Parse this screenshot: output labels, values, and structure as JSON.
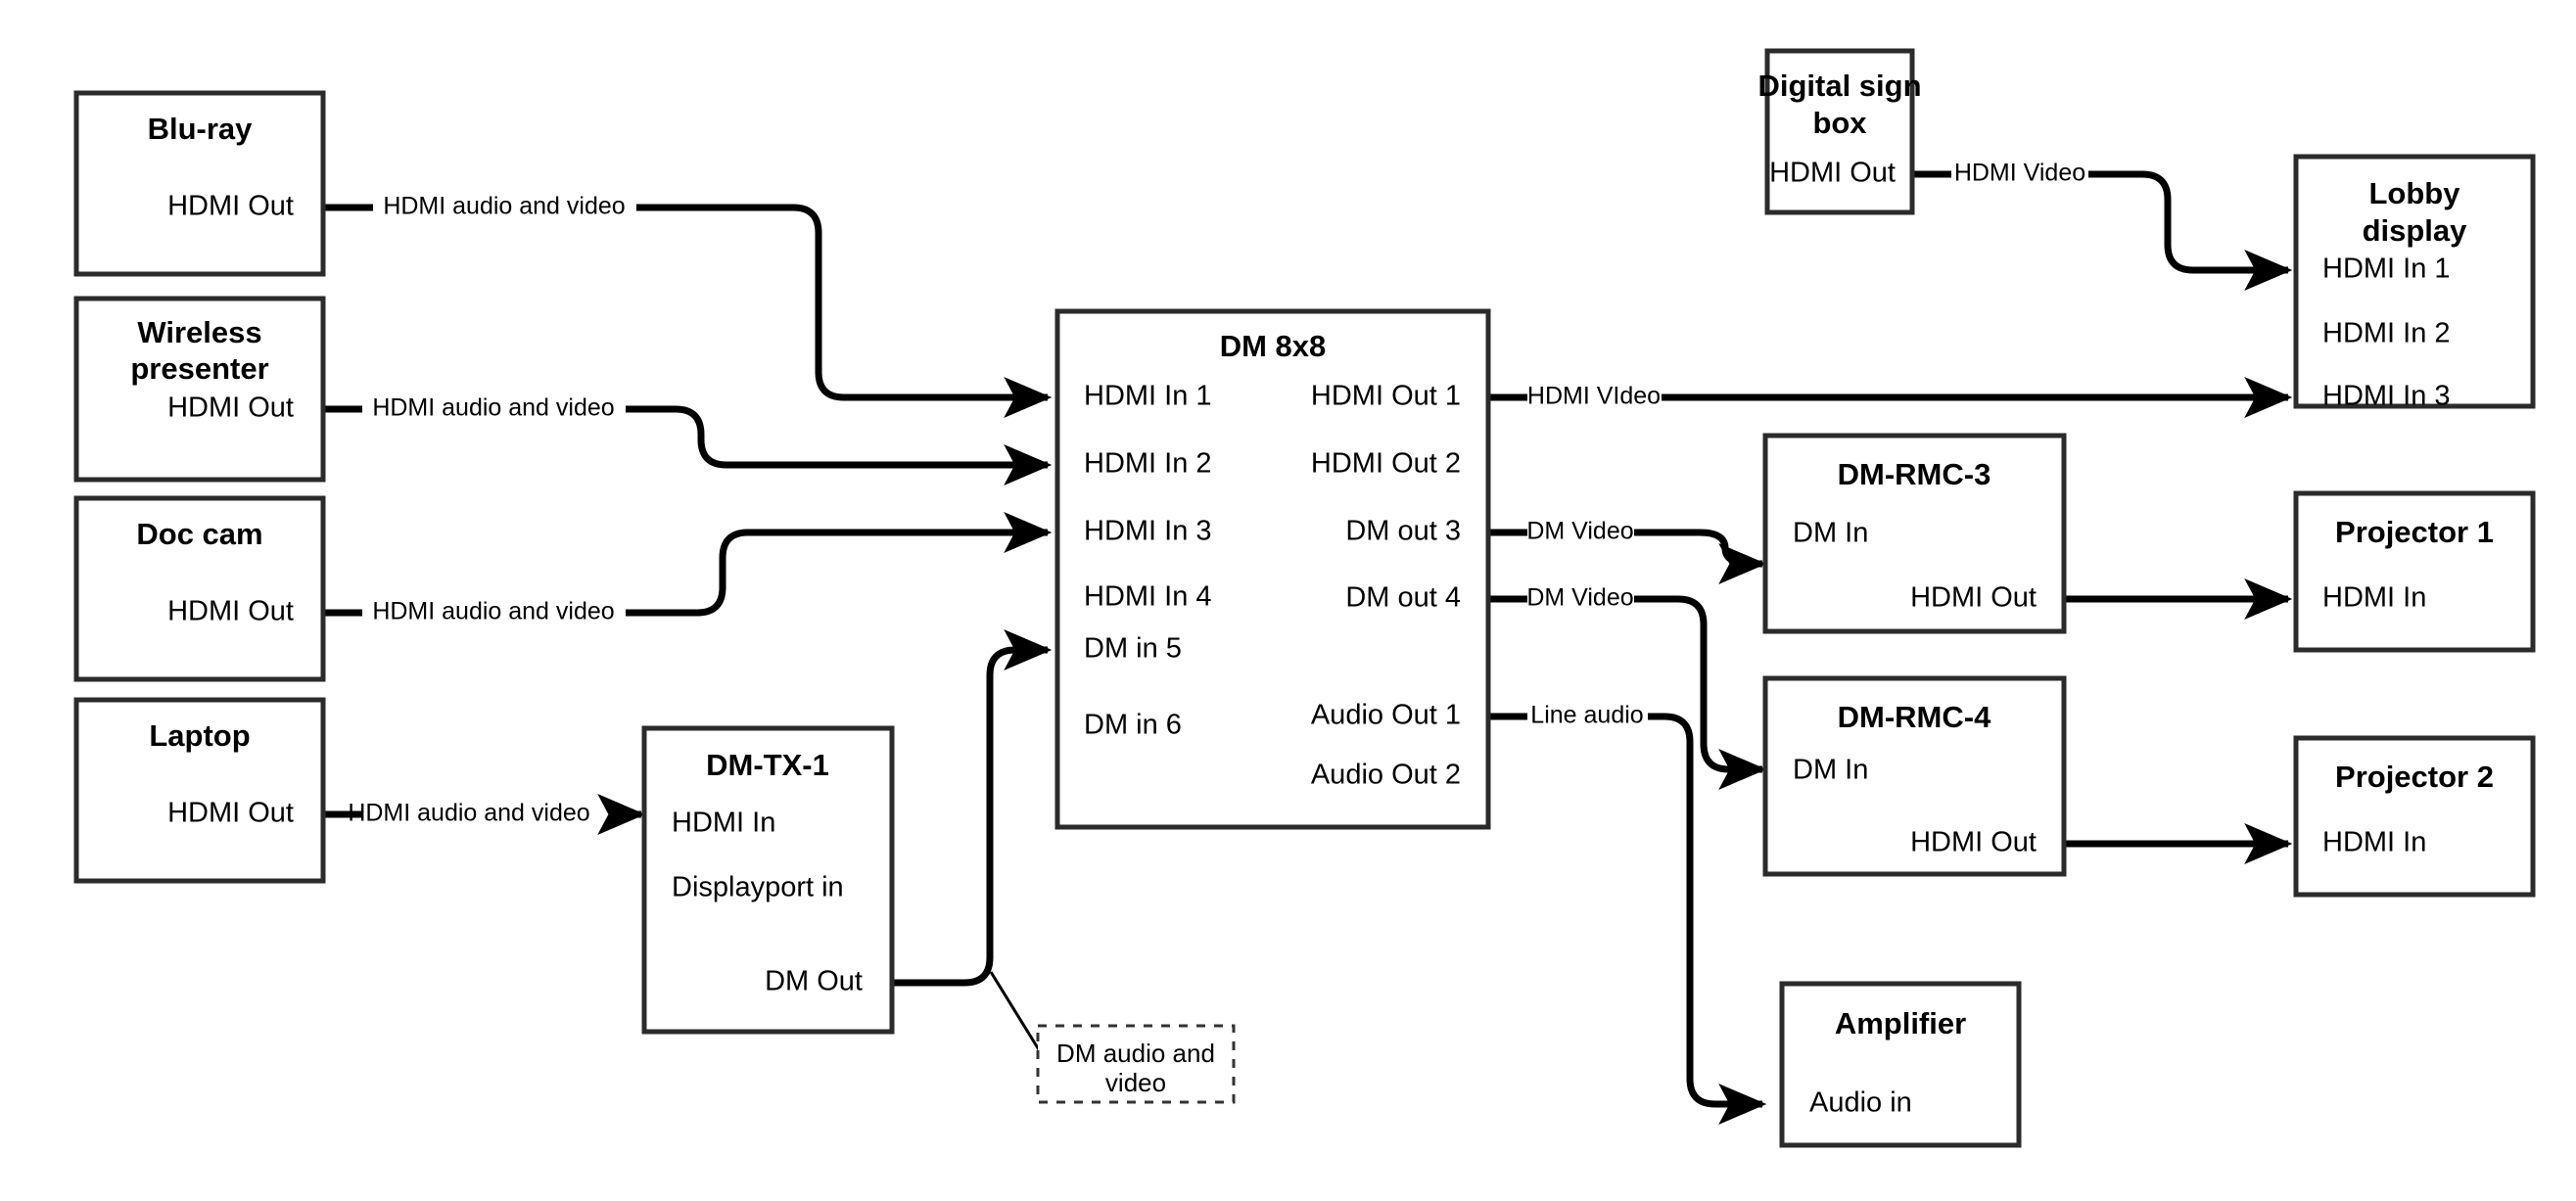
{
  "diagram": {
    "title": "AV Signal Flow Diagram",
    "type": "block-connector-diagram",
    "accent_color": "#000000",
    "node_border_color": "#2b2b2b",
    "background_color": "#ffffff"
  },
  "nodes": {
    "bluray": {
      "title": "Blu-ray",
      "ports": {
        "hdmi_out": "HDMI Out"
      }
    },
    "wireless_presenter": {
      "title_line1": "Wireless",
      "title_line2": "presenter",
      "ports": {
        "hdmi_out": "HDMI Out"
      }
    },
    "doc_cam": {
      "title": "Doc cam",
      "ports": {
        "hdmi_out": "HDMI Out"
      }
    },
    "laptop": {
      "title": "Laptop",
      "ports": {
        "hdmi_out": "HDMI Out"
      }
    },
    "dm_tx_1": {
      "title": "DM-TX-1",
      "ports": {
        "hdmi_in": "HDMI In",
        "displayport_in": "Displayport in",
        "dm_out": "DM Out"
      }
    },
    "dm_8x8": {
      "title": "DM 8x8",
      "inputs": [
        "HDMI In 1",
        "HDMI In 2",
        "HDMI In 3",
        "HDMI In 4",
        "DM in 5",
        "DM in 6"
      ],
      "outputs": [
        "HDMI Out 1",
        "HDMI Out 2",
        "DM out 3",
        "DM out 4",
        "Audio Out 1",
        "Audio Out 2"
      ]
    },
    "digital_sign_box": {
      "title_line1": "Digital sign",
      "title_line2": "box",
      "ports": {
        "hdmi_out": "HDMI Out"
      }
    },
    "lobby_display": {
      "title_line1": "Lobby",
      "title_line2": "display",
      "inputs": [
        "HDMI In 1",
        "HDMI In 2",
        "HDMI In 3"
      ]
    },
    "dm_rmc_3": {
      "title": "DM-RMC-3",
      "ports": {
        "dm_in": "DM In",
        "hdmi_out": "HDMI Out"
      }
    },
    "dm_rmc_4": {
      "title": "DM-RMC-4",
      "ports": {
        "dm_in": "DM In",
        "hdmi_out": "HDMI Out"
      }
    },
    "projector_1": {
      "title": "Projector 1",
      "ports": {
        "hdmi_in": "HDMI In"
      }
    },
    "projector_2": {
      "title": "Projector 2",
      "ports": {
        "hdmi_in": "HDMI In"
      }
    },
    "amplifier": {
      "title": "Amplifier",
      "ports": {
        "audio_in": "Audio in"
      }
    }
  },
  "edges": {
    "bluray_to_dm": "HDMI audio and video",
    "wireless_to_dm": "HDMI audio and video",
    "doccam_to_dm": "HDMI audio and video",
    "laptop_to_tx": "HDMI audio and video",
    "dmout1_to_lobby": "HDMI VIdeo",
    "dmout3_to_rmc3": "DM Video",
    "dmout4_to_rmc4": "DM Video",
    "audioout1_to_amp": "Line audio",
    "sign_to_lobby": "HDMI Video"
  },
  "notes": {
    "dm_tx_cable": {
      "line1": "DM audio and",
      "line2": "video"
    }
  }
}
